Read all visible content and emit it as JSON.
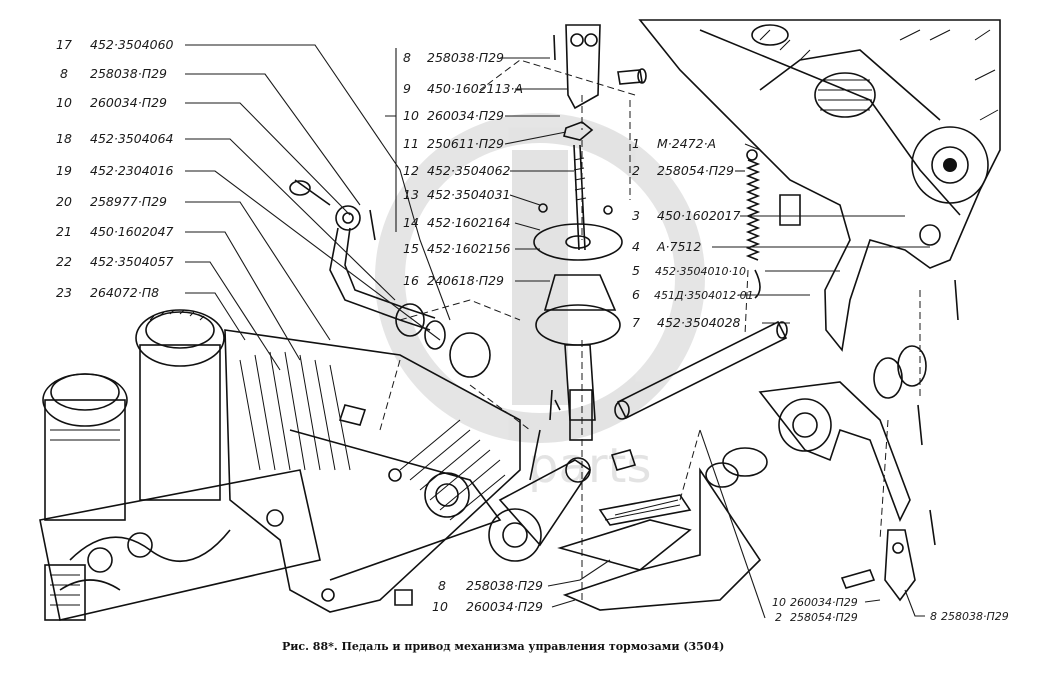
{
  "caption": "Рис. 88*. Педаль и привод механизма управления тормозами (3504)",
  "watermark": "parts",
  "callouts_left": [
    {
      "num": "17",
      "code": "452·3504060"
    },
    {
      "num": "8",
      "code": "258038·П29"
    },
    {
      "num": "10",
      "code": "260034·П29"
    },
    {
      "num": "18",
      "code": "452·3504064"
    },
    {
      "num": "19",
      "code": "452·2304016"
    },
    {
      "num": "20",
      "code": "258977·П29"
    },
    {
      "num": "21",
      "code": "450·1602047"
    },
    {
      "num": "22",
      "code": "452·3504057"
    },
    {
      "num": "23",
      "code": "264072·П8"
    }
  ],
  "callouts_center": [
    {
      "num": "8",
      "code": "258038·П29"
    },
    {
      "num": "9",
      "code": "450·1602113·А"
    },
    {
      "num": "10",
      "code": "260034·П29"
    },
    {
      "num": "11",
      "code": "250611·П29"
    },
    {
      "num": "12",
      "code": "452·3504062"
    },
    {
      "num": "13",
      "code": "452·3504031"
    },
    {
      "num": "14",
      "code": "452·1602164"
    },
    {
      "num": "15",
      "code": "452·1602156"
    },
    {
      "num": "16",
      "code": "240618·П29"
    }
  ],
  "callouts_right": [
    {
      "num": "1",
      "code": "М·2472·А"
    },
    {
      "num": "2",
      "code": "258054·П29"
    },
    {
      "num": "3",
      "code": "450·1602017"
    },
    {
      "num": "4",
      "code": "А·7512"
    },
    {
      "num": "5",
      "code": "452·3504010·10"
    },
    {
      "num": "6",
      "code": "451Д·3504012·01"
    },
    {
      "num": "7",
      "code": "452·3504028"
    }
  ],
  "callouts_bottom": [
    {
      "num": "8",
      "code": "258038·П29"
    },
    {
      "num": "10",
      "code": "260034·П29"
    }
  ],
  "callouts_bottom_right": [
    {
      "num": "10",
      "code": "260034·П29"
    },
    {
      "num": "2",
      "code": "258054·П29"
    },
    {
      "num": "8",
      "code": "258038·П29"
    }
  ]
}
